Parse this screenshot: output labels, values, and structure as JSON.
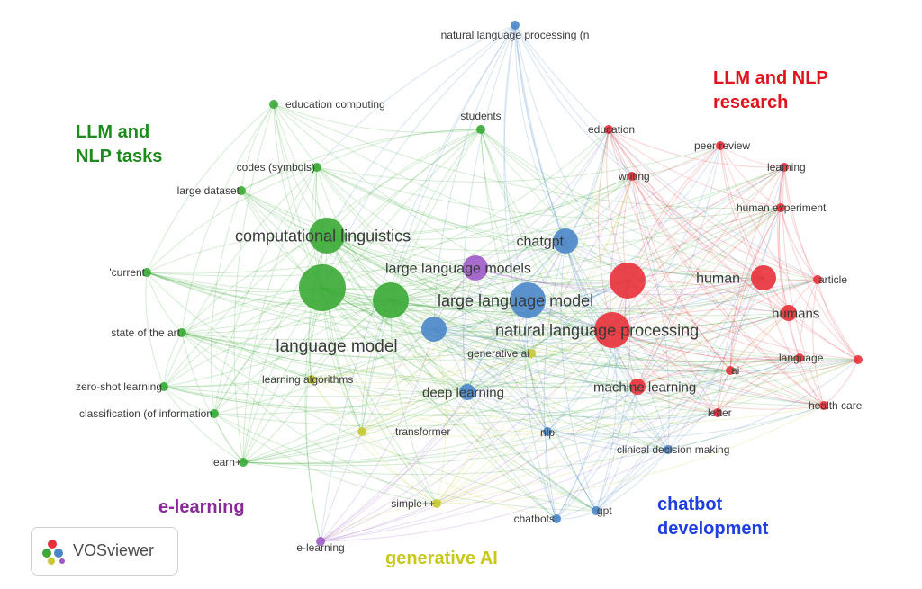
{
  "clusters": {
    "green": {
      "title": "LLM and\nNLP tasks",
      "color": "#1e8a1e",
      "node_color": "#3aaa35"
    },
    "red": {
      "title": "LLM and NLP\nresearch",
      "color": "#e0141e",
      "node_color": "#e8313a"
    },
    "purple": {
      "title": "e-learning",
      "color": "#8a2a9a",
      "node_color": "#a05ac8"
    },
    "blue": {
      "title": "chatbot\ndevelopment",
      "color": "#1f3ee0",
      "node_color": "#4a86c8"
    },
    "yellow": {
      "title": "generative AI",
      "color": "#c8c81a",
      "node_color": "#c8c832"
    }
  },
  "nodes": [
    {
      "id": "nlp_n",
      "label": "natural language processing (n",
      "cluster": "blue",
      "weight": 1
    },
    {
      "id": "education_computing",
      "label": "education computing",
      "cluster": "green",
      "weight": 1
    },
    {
      "id": "students",
      "label": "students",
      "cluster": "green",
      "weight": 1
    },
    {
      "id": "codes",
      "label": "codes (symbols)",
      "cluster": "green",
      "weight": 1
    },
    {
      "id": "large_dataset",
      "label": "large dataset",
      "cluster": "green",
      "weight": 1
    },
    {
      "id": "comp_ling",
      "label": "computational linguistics",
      "cluster": "green",
      "weight": 4
    },
    {
      "id": "current",
      "label": "'current",
      "cluster": "green",
      "weight": 1
    },
    {
      "id": "language_model",
      "label": "language model",
      "cluster": "green",
      "weight": 5
    },
    {
      "id": "green_big2",
      "label": "",
      "cluster": "green",
      "weight": 4
    },
    {
      "id": "state_art",
      "label": "state of the art",
      "cluster": "green",
      "weight": 1
    },
    {
      "id": "zero_shot",
      "label": "zero-shot learning",
      "cluster": "green",
      "weight": 1
    },
    {
      "id": "classification",
      "label": "classification (of information",
      "cluster": "green",
      "weight": 1
    },
    {
      "id": "learn",
      "label": "learn+",
      "cluster": "green",
      "weight": 1
    },
    {
      "id": "learning_algorithms",
      "label": "learning algorithms",
      "cluster": "yellow",
      "weight": 1
    },
    {
      "id": "transformer",
      "label": "transformer",
      "cluster": "yellow",
      "weight": 1
    },
    {
      "id": "simple",
      "label": "simple++",
      "cluster": "yellow",
      "weight": 1
    },
    {
      "id": "generative_ai",
      "label": "generative ai",
      "cluster": "yellow",
      "weight": 1
    },
    {
      "id": "llms",
      "label": "large language models",
      "cluster": "purple",
      "weight": 3
    },
    {
      "id": "elearning",
      "label": "e-learning",
      "cluster": "purple",
      "weight": 1
    },
    {
      "id": "chatgpt",
      "label": "chatgpt",
      "cluster": "blue",
      "weight": 3
    },
    {
      "id": "llm",
      "label": "large language model",
      "cluster": "blue",
      "weight": 4
    },
    {
      "id": "deep_learning",
      "label": "deep learning",
      "cluster": "blue",
      "weight": 2
    },
    {
      "id": "nlp_short",
      "label": "nlp",
      "cluster": "blue",
      "weight": 1
    },
    {
      "id": "chatbots",
      "label": "chatbots",
      "cluster": "blue",
      "weight": 1
    },
    {
      "id": "gpt",
      "label": "gpt",
      "cluster": "blue",
      "weight": 1
    },
    {
      "id": "clinical",
      "label": "clinical decision making",
      "cluster": "blue",
      "weight": 1
    },
    {
      "id": "blue_mid",
      "label": "",
      "cluster": "blue",
      "weight": 3
    },
    {
      "id": "education",
      "label": "education",
      "cluster": "red",
      "weight": 1
    },
    {
      "id": "writing",
      "label": "writing",
      "cluster": "red",
      "weight": 1
    },
    {
      "id": "peer_review",
      "label": "peer review",
      "cluster": "red",
      "weight": 1
    },
    {
      "id": "learning",
      "label": "learning",
      "cluster": "red",
      "weight": 1
    },
    {
      "id": "human_experiment",
      "label": "human experiment",
      "cluster": "red",
      "weight": 1
    },
    {
      "id": "human",
      "label": "human",
      "cluster": "red",
      "weight": 3
    },
    {
      "id": "article",
      "label": "article",
      "cluster": "red",
      "weight": 1
    },
    {
      "id": "humans",
      "label": "humans",
      "cluster": "red",
      "weight": 2
    },
    {
      "id": "nat_lang_proc",
      "label": "natural language processing",
      "cluster": "red",
      "weight": 4
    },
    {
      "id": "red_big",
      "label": "",
      "cluster": "red",
      "weight": 4
    },
    {
      "id": "language",
      "label": "language",
      "cluster": "red",
      "weight": 1
    },
    {
      "id": "ai",
      "label": "ai",
      "cluster": "red",
      "weight": 1
    },
    {
      "id": "machine_learning",
      "label": "machine learning",
      "cluster": "red",
      "weight": 2
    },
    {
      "id": "letter",
      "label": "letter",
      "cluster": "red",
      "weight": 1
    },
    {
      "id": "health_care",
      "label": "health care",
      "cluster": "red",
      "weight": 1
    },
    {
      "id": "red_far",
      "label": "",
      "cluster": "red",
      "weight": 1
    }
  ],
  "logo": {
    "text": "VOSviewer",
    "icon": "vosviewer-logo-icon"
  }
}
